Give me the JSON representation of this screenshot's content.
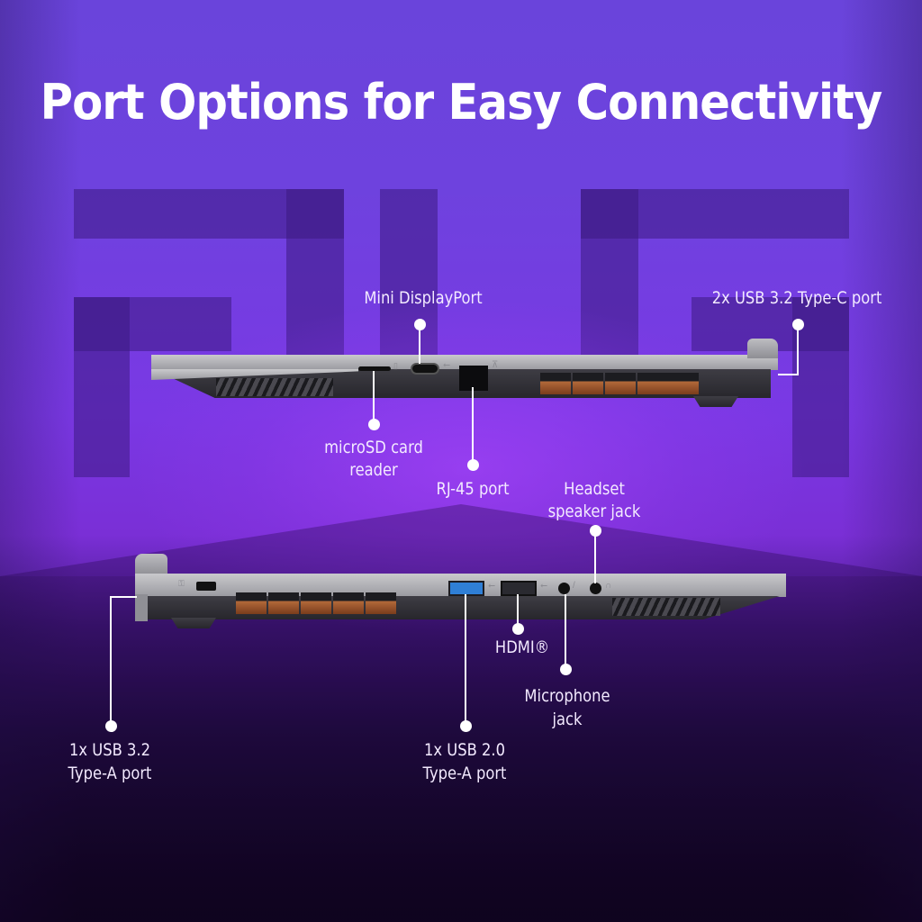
{
  "title": "Port Options for Easy Connectivity",
  "colors": {
    "background_top": "#6a44db",
    "background_mid": "#7a38e4",
    "background_bottom": "#07040d",
    "label_text": "#f3eaff",
    "callout_line": "#ffffff",
    "chassis": "#b4b4b8",
    "vent_copper": "#b36a3a",
    "usb3_blue": "#2f7fd6"
  },
  "views": {
    "top_side": {
      "labels": {
        "mini_displayport": "Mini DisplayPort",
        "usb_c": "2x USB 3.2 Type-C port",
        "microsd_line1": "microSD card",
        "microsd_line2": "reader",
        "rj45": "RJ-45 port"
      }
    },
    "bottom_side": {
      "labels": {
        "headset_line1": "Headset",
        "headset_line2": "speaker jack",
        "hdmi": "HDMI®",
        "microphone_line1": "Microphone",
        "microphone_line2": "jack",
        "usb32a_line1": "1x USB 3.2",
        "usb32a_line2": "Type-A port",
        "usb20a_line1": "1x USB 2.0",
        "usb20a_line2": "Type-A port"
      }
    }
  },
  "icons": [
    "usb-symbol-icon",
    "ethernet-icon",
    "microsd-icon",
    "mic-icon",
    "headphone-icon",
    "kensington-lock-icon"
  ]
}
